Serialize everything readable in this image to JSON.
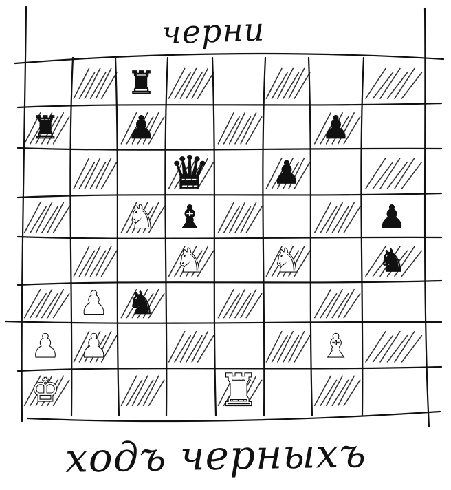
{
  "top_label": "черни",
  "bottom_label": "ходъ черныхъ",
  "colors": {
    "ink": "#111111",
    "paper": "#ffffff"
  },
  "board": {
    "files": 8,
    "ranks": 8,
    "dark_squares_hatched": true,
    "pieces": [
      {
        "rank": 8,
        "file": 3,
        "color": "black",
        "piece": "rook"
      },
      {
        "rank": 7,
        "file": 1,
        "color": "black",
        "piece": "rook"
      },
      {
        "rank": 7,
        "file": 3,
        "color": "black",
        "piece": "pawn"
      },
      {
        "rank": 7,
        "file": 7,
        "color": "black",
        "piece": "pawn"
      },
      {
        "rank": 6,
        "file": 4,
        "color": "black",
        "piece": "queen"
      },
      {
        "rank": 6,
        "file": 6,
        "color": "black",
        "piece": "pawn"
      },
      {
        "rank": 5,
        "file": 3,
        "color": "white",
        "piece": "knight"
      },
      {
        "rank": 5,
        "file": 4,
        "color": "black",
        "piece": "bishop"
      },
      {
        "rank": 5,
        "file": 8,
        "color": "black",
        "piece": "pawn"
      },
      {
        "rank": 4,
        "file": 4,
        "color": "white",
        "piece": "knight"
      },
      {
        "rank": 4,
        "file": 6,
        "color": "white",
        "piece": "knight"
      },
      {
        "rank": 4,
        "file": 8,
        "color": "black",
        "piece": "knight"
      },
      {
        "rank": 3,
        "file": 2,
        "color": "white",
        "piece": "pawn"
      },
      {
        "rank": 3,
        "file": 3,
        "color": "black",
        "piece": "knight"
      },
      {
        "rank": 2,
        "file": 1,
        "color": "white",
        "piece": "pawn"
      },
      {
        "rank": 2,
        "file": 2,
        "color": "white",
        "piece": "pawn"
      },
      {
        "rank": 2,
        "file": 7,
        "color": "white",
        "piece": "bishop"
      },
      {
        "rank": 1,
        "file": 1,
        "color": "white",
        "piece": "king"
      },
      {
        "rank": 1,
        "file": 5,
        "color": "white",
        "piece": "rook"
      }
    ]
  }
}
